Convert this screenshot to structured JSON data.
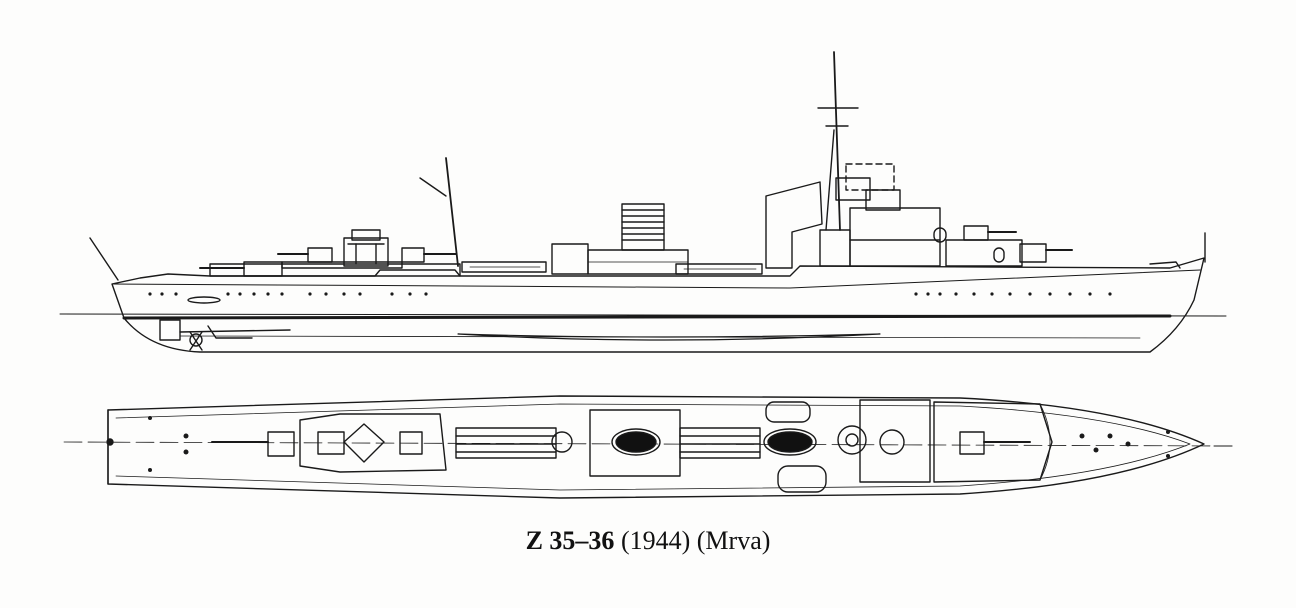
{
  "caption": {
    "designation": "Z 35–36",
    "year": "(1944)",
    "credit": "(Mrva)"
  },
  "colors": {
    "ink": "#1a1a1a",
    "paper": "#fdfdfc",
    "fill_dark": "#111111"
  }
}
